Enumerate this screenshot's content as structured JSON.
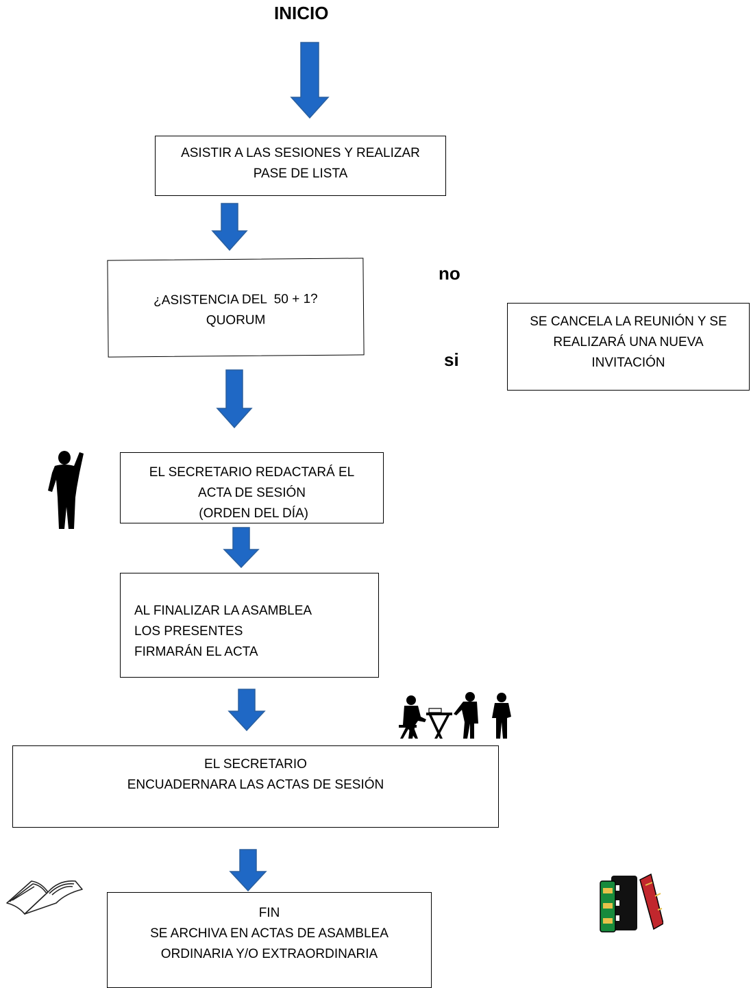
{
  "start_label": "INICIO",
  "steps": {
    "attend": {
      "lines": [
        "ASISTIR A LAS SESIONES Y REALIZAR",
        "PASE DE LISTA"
      ]
    },
    "quorum": {
      "lines": [
        "¿ASISTENCIA DEL  50 + 1?",
        "QUORUM"
      ]
    },
    "cancel": {
      "lines": [
        "SE CANCELA LA REUNIÓN Y SE",
        "REALIZARÁ UNA NUEVA",
        "INVITACIÓN"
      ]
    },
    "draft": {
      "lines": [
        "EL SECRETARIO REDACTARÁ EL",
        "ACTA DE SESIÓN",
        " (ORDEN DEL DÍA)"
      ]
    },
    "sign": {
      "lines": [
        "AL FINALIZAR LA ASAMBLEA",
        "LOS PRESENTES",
        "FIRMARÁN EL ACTA"
      ]
    },
    "bind": {
      "lines": [
        "EL SECRETARIO",
        "ENCUADERNARA LAS ACTAS DE SESIÓN"
      ]
    },
    "end": {
      "lines": [
        "FIN",
        "SE ARCHIVA EN ACTAS DE ASAMBLEA",
        "ORDINARIA Y/O EXTRAORDINARIA"
      ]
    }
  },
  "branch_labels": {
    "no": "no",
    "yes": "si"
  },
  "colors": {
    "arrow_fill": "#1f68c5",
    "arrow_stroke": "#2a5f9e",
    "box_border": "#000000"
  },
  "illustrations": [
    "person-silhouette-icon",
    "meeting-silhouette-icon",
    "open-book-icon",
    "books-stack-icon"
  ]
}
